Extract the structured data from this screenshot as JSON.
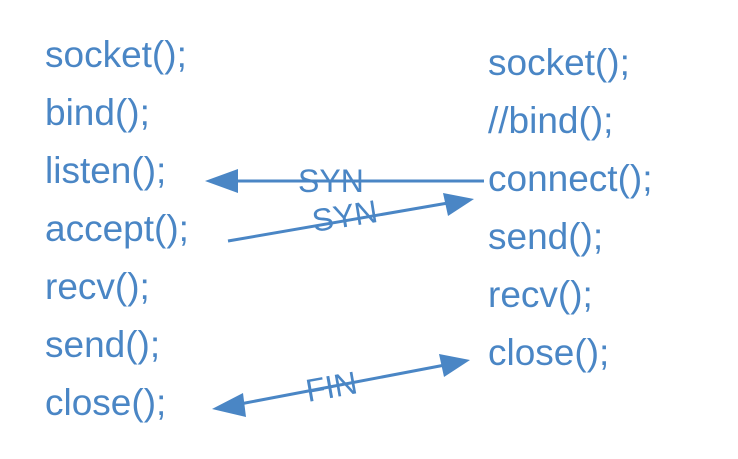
{
  "server": {
    "calls": [
      "socket();",
      "bind();",
      "listen();",
      "accept();",
      "recv();",
      "send();",
      "close();"
    ]
  },
  "client": {
    "calls": [
      "socket();",
      "//bind();",
      "connect();",
      "send();",
      "recv();",
      "close();"
    ]
  },
  "messages": {
    "syn_left": "SYN",
    "syn_right": "SYN",
    "fin": "FIN"
  },
  "colors": {
    "text": "#4a86c5",
    "arrow": "#4a86c5",
    "background": "#ffffff"
  }
}
